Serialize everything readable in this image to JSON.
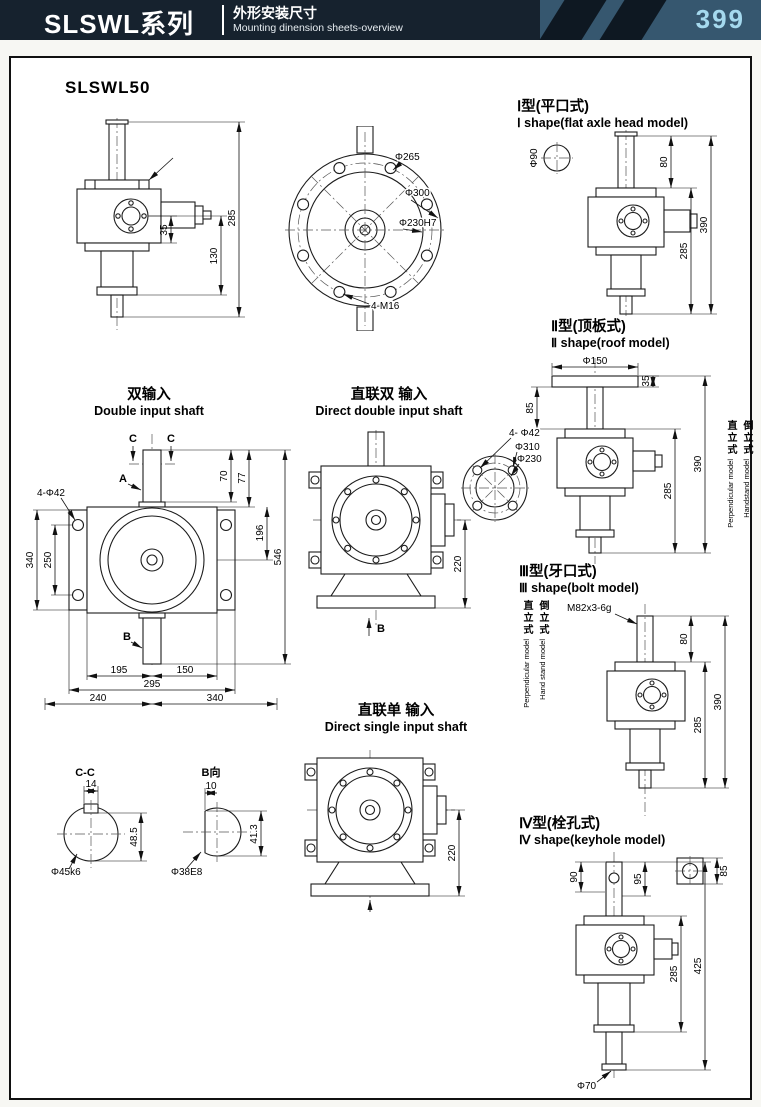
{
  "header": {
    "series": "SLSWL系列",
    "title_cn": "外形安装尺寸",
    "title_en": "Mounting dinension sheets-overview",
    "page_number": "399"
  },
  "model_label": "SLSWL50",
  "side_view": {
    "d285": "285",
    "d130": "130",
    "d35": "35"
  },
  "flange_view": {
    "d265": "Φ265",
    "d300": "Φ300",
    "d230": "Φ230H7",
    "bolts": "4-M16"
  },
  "type1": {
    "title_cn": "Ⅰ型(平口式)",
    "title_en": "Ⅰ shape(flat axle head model)",
    "d90": "Φ90",
    "d80": "80",
    "d390": "390",
    "d285": "285"
  },
  "type2": {
    "title_cn": "Ⅱ型(顶板式)",
    "title_en": "Ⅱ shape(roof model)",
    "d150": "Φ150",
    "d85": "85",
    "d35": "35",
    "d285": "285",
    "d390": "390",
    "upright_cn": "直立式",
    "upright_en": "Perpendicular model",
    "inverted_cn": "倒立式",
    "inverted_en": "Handstand model"
  },
  "double_input": {
    "title_cn": "双输入",
    "title_en": "Double input shaft",
    "holes": "4-Φ42",
    "mark_c": "C",
    "mark_a": "A",
    "mark_b": "B",
    "d70": "70",
    "d77": "77",
    "d196": "196",
    "d546": "546",
    "d340_left": "340",
    "d250": "250",
    "d195": "195",
    "d150": "150",
    "d295": "295",
    "d240": "240",
    "d340_bottom": "340"
  },
  "direct_double": {
    "title_cn": "直联双 输入",
    "title_en": "Direct double input shaft",
    "holes": "4- Φ42",
    "d310": "Φ310",
    "d230": "Φ230",
    "d220": "220",
    "mark_b": "B"
  },
  "type3": {
    "title_cn": "Ⅲ型(牙口式)",
    "title_en": "Ⅲ shape(bolt model)",
    "thread": "M82x3-6g",
    "d80": "80",
    "d390": "390",
    "d285": "285",
    "upright_cn": "直立式",
    "upright_en": "Perpendicular model",
    "inverted_cn": "倒立式",
    "inverted_en": "Hand stand model"
  },
  "section_cc": {
    "title": "C-C",
    "d14": "14",
    "d48_5": "48.5",
    "dia": "Φ45k6"
  },
  "view_b": {
    "title": "B向",
    "d10": "10",
    "d41_3": "41.3",
    "dia": "Φ38E8"
  },
  "direct_single": {
    "title_cn": "直联单 输入",
    "title_en": "Direct single input shaft",
    "d220": "220"
  },
  "type4": {
    "title_cn": "Ⅳ型(栓孔式)",
    "title_en": "Ⅳ shape(keyhole model)",
    "d85": "85",
    "d90": "90",
    "d95": "95",
    "d425": "425",
    "d285": "285",
    "d70": "Φ70"
  }
}
